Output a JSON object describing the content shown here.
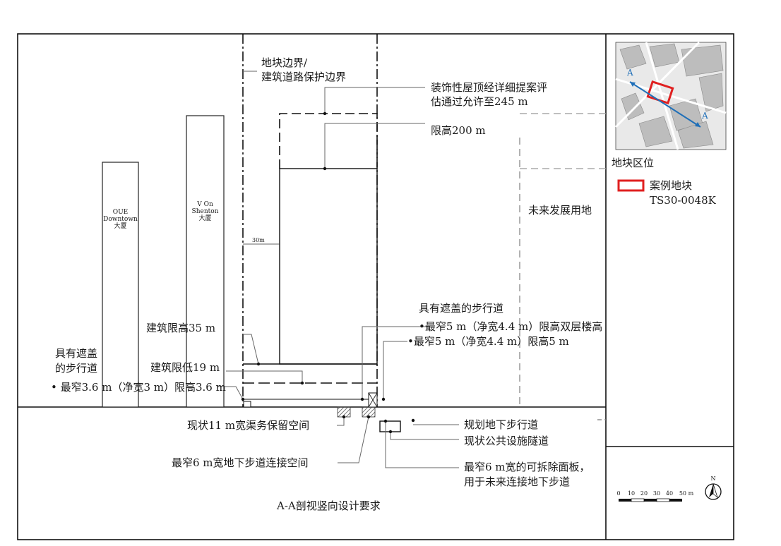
{
  "caption": "A-A剖视竖向设计要求",
  "boundary": {
    "line1": "地块边界/",
    "line2": "建筑道路保护边界"
  },
  "roof": {
    "line1": "装饰性屋顶经详细提案评",
    "line2": "估通过允许至245 m"
  },
  "height_limit": "限高200 m",
  "future_site": "未来发展用地",
  "setback": "30m",
  "oue": {
    "line1": "OUE",
    "line2": "Downtown",
    "line3": "大厦"
  },
  "von": {
    "line1": "V On",
    "line2": "Shenton",
    "line3": "大厦"
  },
  "covered_walkway_right": {
    "title": "具有遮盖的步行道",
    "item1": "•最窄5 m（净宽4.4 m）限高双层楼高",
    "item2": "•最窄5 m（净宽4.4 m）限高5 m"
  },
  "building_max_35": "建筑限高35 m",
  "building_min_19": "建筑限低19 m",
  "covered_walkway_left": {
    "line1": "具有遮盖",
    "line2": "的步行道",
    "item": "• 最窄3.6 m（净宽3 m）限高3.6 m"
  },
  "drain_reserve": "现状11 m宽渠务保留空间",
  "planned_underpass": "规划地下步行道",
  "utility_tunnel": "现状公共设施隧道",
  "underpass_link": "最窄6 m宽地下步道连接空间",
  "removable_panel": {
    "line1": "最窄6 m宽的可拆除面板，",
    "line2": "用于未来连接地下步道"
  },
  "legend": {
    "location_title": "地块区位",
    "case_site_line1": "案例地块",
    "case_site_line2": "TS30-0048K",
    "section_marker": "A",
    "highlight_color": "#e02020",
    "section_line_color": "#1f6fb8"
  },
  "scale": {
    "ticks": [
      "0",
      "10",
      "20",
      "30",
      "40",
      "50 m"
    ],
    "north": "N"
  }
}
